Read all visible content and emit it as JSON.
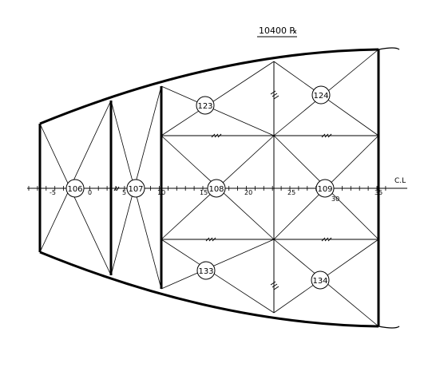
{
  "title": "10400 ℞",
  "centerline_label": "C.L",
  "frame_labels": [
    "-5",
    "0",
    "5",
    "10",
    "15",
    "20",
    "25",
    "30",
    "35"
  ],
  "nodes": {
    "n106": "106",
    "n107": "107",
    "n108": "108",
    "n109": "109",
    "n123": "123",
    "n124": "124",
    "n133": "133",
    "n134": "134"
  }
}
